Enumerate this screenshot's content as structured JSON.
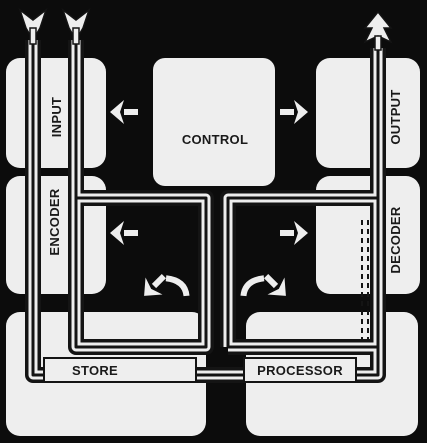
{
  "blocks": {
    "input": "INPUT",
    "encoder": "ENCODER",
    "control": "CONTROL",
    "output": "OUTPUT",
    "decoder": "DECODER",
    "store": "STORE",
    "processor": "PROCESSOR"
  },
  "colors": {
    "background": "#0c0c0c",
    "block_fill": "#eeeeee",
    "line": "#141414"
  },
  "icons": [
    "input-arrow-icon-1",
    "input-arrow-icon-2",
    "output-arrow-icon",
    "control-to-input-arrow-icon",
    "control-to-output-arrow-icon",
    "store-to-encoder-arrow-icon",
    "processor-to-decoder-arrow-icon",
    "store-curved-arrow-icon",
    "processor-curved-arrow-icon"
  ]
}
